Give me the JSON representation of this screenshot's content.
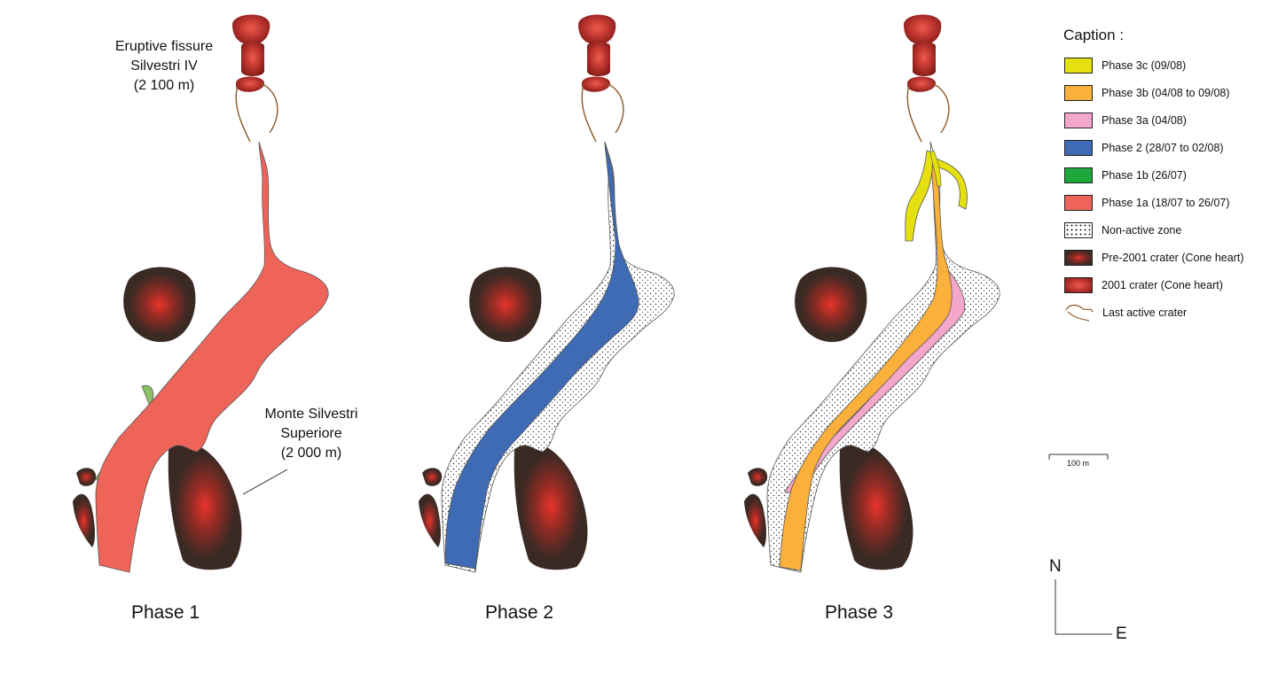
{
  "annotations": {
    "fissure_line1": "Eruptive fissure",
    "fissure_line2": "Silvestri IV",
    "fissure_line3": "(2 100 m)",
    "monte_line1": "Monte Silvestri",
    "monte_line2": "Superiore",
    "monte_line3": "(2 000 m)"
  },
  "phases": [
    "Phase 1",
    "Phase 2",
    "Phase 3"
  ],
  "caption": {
    "title": "Caption :",
    "items": [
      {
        "label": "Phase 3c (09/08)",
        "color": "#e6e010",
        "type": "fill"
      },
      {
        "label": "Phase 3b (04/08 to 09/08)",
        "color": "#fbb03b",
        "type": "fill"
      },
      {
        "label": "Phase 3a (04/08)",
        "color": "#f4a7cb",
        "type": "fill"
      },
      {
        "label": "Phase 2 (28/07 to 02/08)",
        "color": "#3e6bb4",
        "type": "fill"
      },
      {
        "label": "Phase 1b (26/07)",
        "color": "#1ea83c",
        "type": "fill"
      },
      {
        "label": "Phase 1a (18/07 to 26/07)",
        "color": "#ef6459",
        "type": "fill"
      },
      {
        "label": "Non-active zone",
        "color": "#ffffff",
        "type": "dots"
      },
      {
        "label": "Pre-2001 crater (Cone heart)",
        "color": "#3b2a24",
        "type": "radial-dark"
      },
      {
        "label": "2001 crater (Cone heart)",
        "color": "#a52a2a",
        "type": "radial-red"
      },
      {
        "label": "Last active crater",
        "color": "#8b5a2b",
        "type": "curve"
      }
    ]
  },
  "scale": {
    "label": "100 m"
  },
  "compass": {
    "north": "N",
    "east": "E"
  },
  "colors": {
    "phase1a": "#ef6459",
    "phase1b": "#8cc063",
    "phase2": "#3e6bb4",
    "phase3a": "#f4a7cb",
    "phase3b": "#fbb03b",
    "phase3c": "#e6e010",
    "pre2001_crater": "#3b2a24",
    "crater2001": "#a52a2a"
  }
}
